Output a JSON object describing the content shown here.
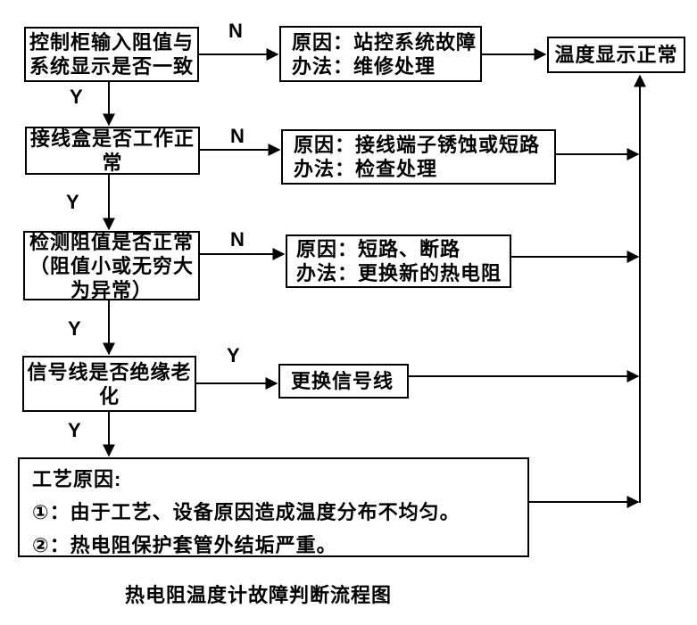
{
  "caption": "热电阻温度计故障判断流程图",
  "flowchart": {
    "decisions": [
      {
        "id": "q1",
        "lines": [
          "控制柜输入阻值与",
          "系统显示是否一致"
        ]
      },
      {
        "id": "q2",
        "lines": [
          "接线盒是否工作正",
          "常"
        ]
      },
      {
        "id": "q3",
        "lines": [
          "检测阻值是否正常",
          "（阻值小或无穷大",
          "为异常）"
        ]
      },
      {
        "id": "q4",
        "lines": [
          "信号线是否绝缘老",
          "化"
        ]
      }
    ],
    "results": [
      {
        "id": "n1",
        "lines": [
          "原因：站控系统故障",
          "办法：维修处理"
        ]
      },
      {
        "id": "n2",
        "lines": [
          "原因：接线端子锈蚀或短路",
          "办法：检查处理"
        ]
      },
      {
        "id": "n3",
        "lines": [
          "原因：短路、断路",
          "办法：更换新的热电阻"
        ]
      },
      {
        "id": "replace",
        "lines": [
          "更换信号线"
        ]
      },
      {
        "id": "process",
        "lines": [
          "工艺原因:",
          "①：由于工艺、设备原因造成温度分布不均匀。",
          "②：热电阻保护套管外结垢严重。"
        ]
      }
    ],
    "terminal": "温度显示正常",
    "labels": {
      "n": "N",
      "y": "Y"
    }
  },
  "colors": {
    "line": "#000000",
    "background": "#ffffff",
    "text": "#000000"
  }
}
